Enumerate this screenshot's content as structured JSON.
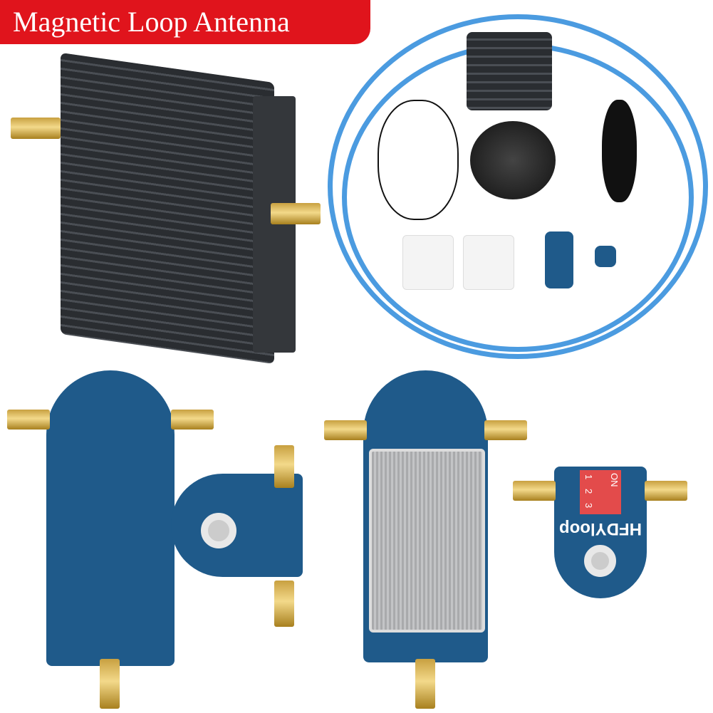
{
  "title": "Magnetic Loop Antenna",
  "board_label": "HFDYloop",
  "dip_switch": {
    "label": "ON",
    "positions": [
      "1",
      "2",
      "3"
    ]
  },
  "colors": {
    "banner": "#e0141c",
    "cable": "#4b9be0",
    "pcb": "#1f5a8a",
    "dip": "#e34b4b"
  }
}
